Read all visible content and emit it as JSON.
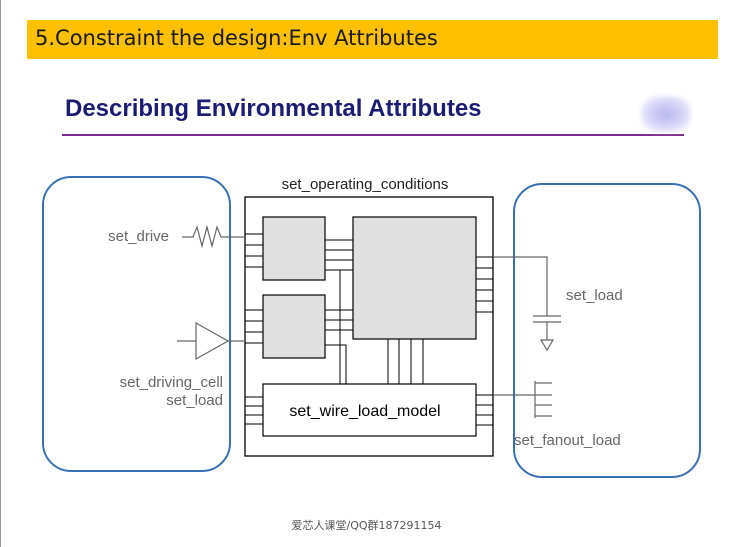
{
  "slide": {
    "title": "5.Constraint the design:Env Attributes",
    "heading": "Describing Environmental Attributes",
    "footer": "爱芯人课堂/QQ群187291154"
  },
  "diagram": {
    "operating_conditions_label": "set_operating_conditions",
    "wire_load_label": "set_wire_load_model",
    "set_drive_label": "set_drive",
    "driving_cell_label": "set_driving_cell",
    "driving_cell_load_label": "set_load",
    "set_load_label": "set_load",
    "fanout_load_label": "set_fanout_load"
  },
  "colors": {
    "title_bar": "#ffc000",
    "heading": "#1c1c74",
    "heading_rule": "#7b2b8e",
    "ellipse_border": "#3b6fb5",
    "block_fill": "#e0e0e0"
  }
}
